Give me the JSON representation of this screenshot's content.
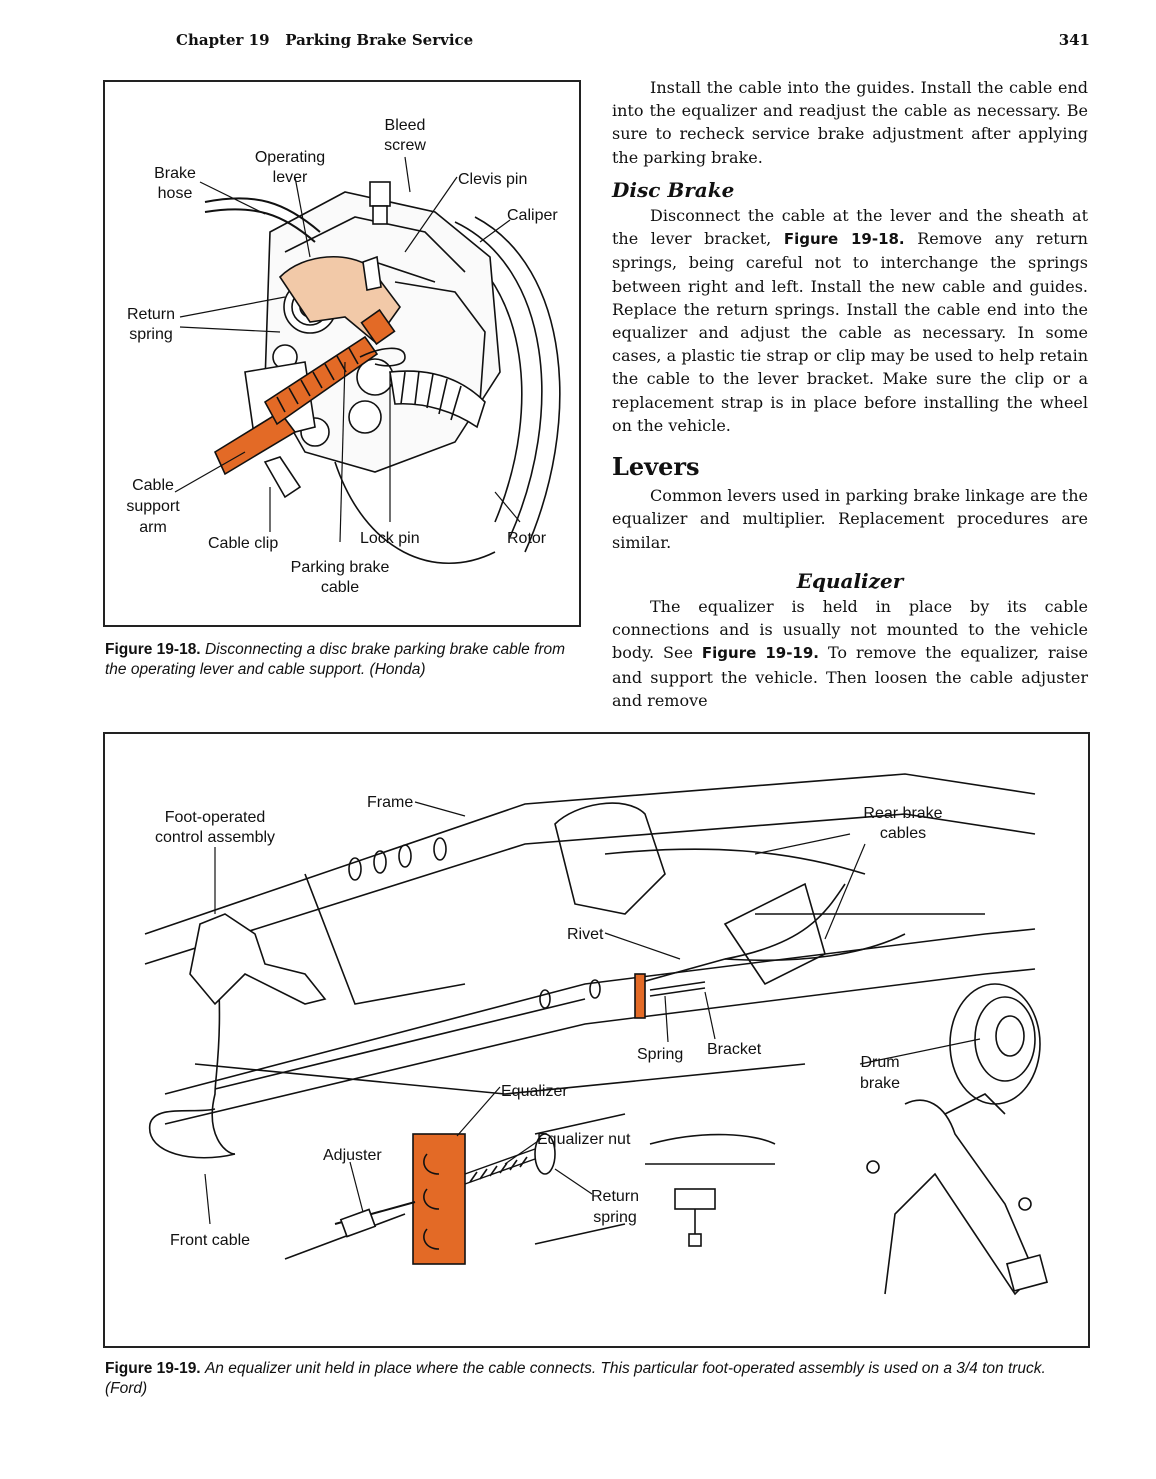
{
  "header": {
    "chapter": "Chapter 19   Parking Brake Service",
    "page_number": "341"
  },
  "body": {
    "p1": "Install the cable into the guides. Install the cable end into the equalizer and readjust the cable as necessary. Be sure to recheck service brake adjustment after applying the parking brake.",
    "h_disc": "Disc Brake",
    "p2a": "Disconnect the cable at the lever and the sheath at the lever bracket,",
    "p2_ref": "Figure 19-18.",
    "p2b": "Remove any return springs, being careful not to interchange the springs between right and left. Install the new cable and guides. Replace the return springs. Install the cable end into the equalizer and adjust the cable as necessary. In some cases, a plastic tie strap or clip may be used to help retain the cable to the lever bracket. Make sure the clip or a replacement strap is in place before installing the wheel on the vehicle.",
    "h_levers": "Levers",
    "p3": "Common levers used in parking brake linkage are the equalizer and multiplier. Replacement procedures are similar.",
    "h_eq": "Equalizer",
    "p4a": "The equalizer is held in place by its cable connections and is usually not mounted to the vehicle body. See",
    "p4_ref": "Figure 19-19.",
    "p4b": "To remove the equalizer, raise and support the vehicle. Then loosen the cable adjuster and remove"
  },
  "fig18": {
    "caption_label": "Figure 19-18.",
    "caption_text": "Disconnecting a disc brake parking brake cable from the operating lever and cable support. (Honda)",
    "labels": {
      "bleed1": "Bleed",
      "bleed2": "screw",
      "oper1": "Operating",
      "oper2": "lever",
      "brake1": "Brake",
      "brake2": "hose",
      "clevis": "Clevis pin",
      "caliper": "Caliper",
      "return1": "Return",
      "return2": "spring",
      "cable1": "Cable",
      "cable2": "support",
      "cable3": "arm",
      "clip": "Cable clip",
      "lockpin": "Lock pin",
      "rotor": "Rotor",
      "pbc1": "Parking brake",
      "pbc2": "cable"
    }
  },
  "fig19": {
    "caption_label": "Figure 19-19.",
    "caption_text": "An equalizer unit held in place where the cable connects. This particular foot-operated assembly is used on a 3/4 ton truck. (Ford)",
    "labels": {
      "frame": "Frame",
      "foot1": "Foot-operated",
      "foot2": "control assembly",
      "rear1": "Rear brake",
      "rear2": "cables",
      "rivet": "Rivet",
      "spring": "Spring",
      "bracket": "Bracket",
      "drum1": "Drum",
      "drum2": "brake",
      "equalizer": "Equalizer",
      "eqnut": "Equalizer nut",
      "adjuster": "Adjuster",
      "ret1": "Return",
      "ret2": "spring",
      "front": "Front cable"
    }
  },
  "colors": {
    "accent": "#e36a26",
    "ink": "#111111"
  }
}
